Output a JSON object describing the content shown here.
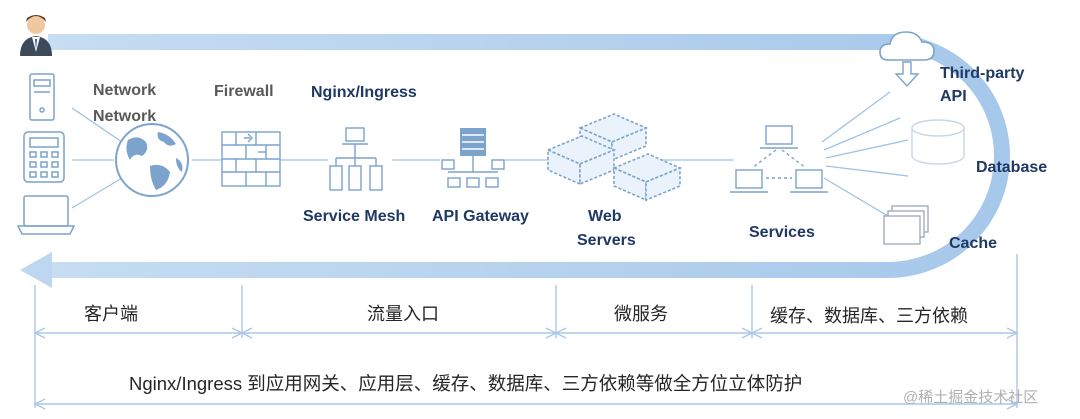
{
  "labels": {
    "network_1": "Network",
    "network_2": "Network",
    "firewall": "Firewall",
    "nginx_ingress": "Nginx/Ingress",
    "service_mesh": "Service Mesh",
    "api_gateway": "API Gateway",
    "web_1": "Web",
    "web_2": "Servers",
    "services": "Services",
    "third_party_1": "Third-party",
    "third_party_2": "API",
    "database": "Database",
    "cache": "Cache"
  },
  "segments": [
    "客户端",
    "流量入口",
    "微服务",
    "缓存、数据库、三方依赖"
  ],
  "summary": "Nginx/Ingress 到应用网关、应用层、缓存、数据库、三方依赖等做全方位立体防护",
  "watermark": "@稀土掘金技术社区",
  "colors": {
    "flow": "#bcd7ef",
    "icon": "#7ba3cc",
    "bracket": "#a9c8e8",
    "navy": "#1f3864",
    "gray": "#595959"
  }
}
